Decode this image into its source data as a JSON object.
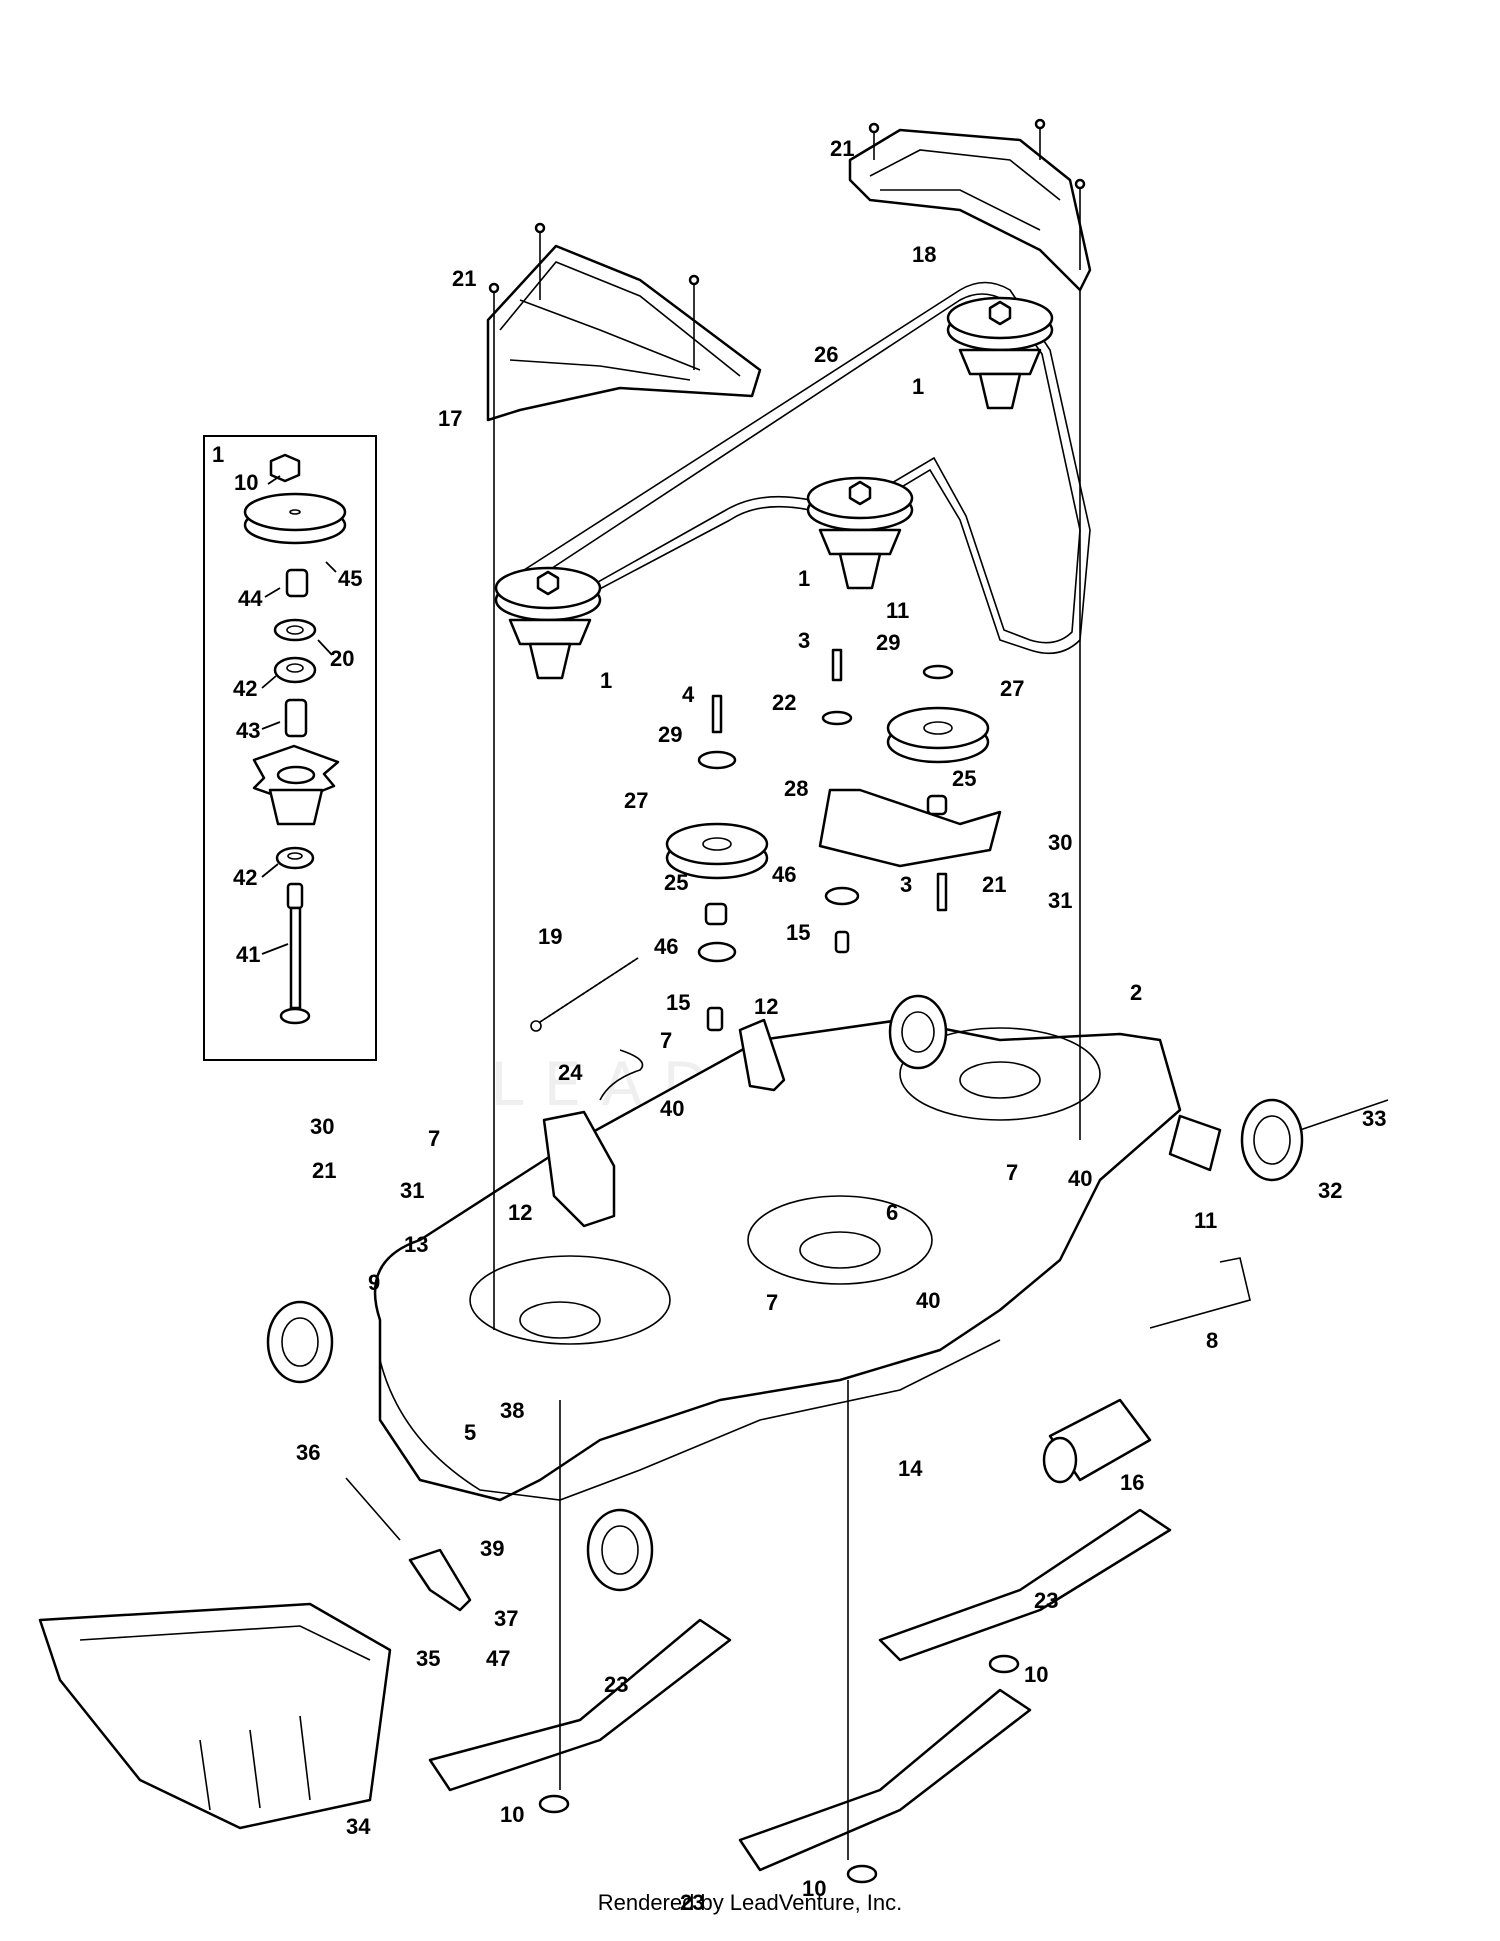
{
  "watermark": "LEADVENTURE",
  "footer": "Rendered by LeadVenture, Inc.",
  "inset": {
    "label": "1",
    "callouts": [
      "10",
      "45",
      "44",
      "20",
      "42",
      "43",
      "42",
      "41"
    ]
  },
  "callouts": [
    "21",
    "18",
    "21",
    "17",
    "26",
    "1",
    "1",
    "1",
    "11",
    "3",
    "29",
    "27",
    "4",
    "22",
    "29",
    "28",
    "27",
    "25",
    "30",
    "46",
    "3",
    "21",
    "31",
    "25",
    "19",
    "15",
    "46",
    "15",
    "12",
    "2",
    "7",
    "24",
    "33",
    "40",
    "30",
    "7",
    "21",
    "31",
    "12",
    "32",
    "7",
    "40",
    "11",
    "6",
    "13",
    "9",
    "7",
    "40",
    "8",
    "5",
    "38",
    "14",
    "16",
    "36",
    "39",
    "37",
    "23",
    "47",
    "35",
    "23",
    "10",
    "10",
    "34",
    "10",
    "23"
  ]
}
